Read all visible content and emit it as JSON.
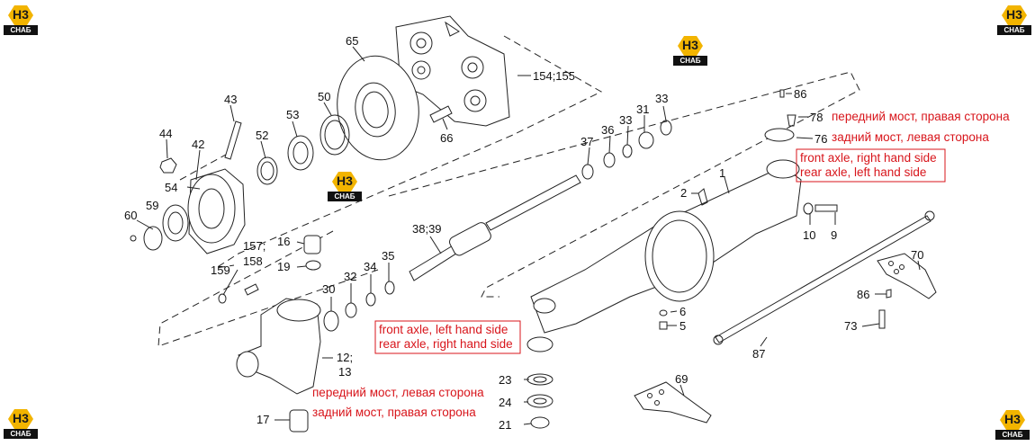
{
  "brand": {
    "logo_top": "Н3",
    "logo_bottom": "СНАБ"
  },
  "colors": {
    "annotation": "#d8151b",
    "logo_yellow": "#f2b400",
    "line": "#222222"
  },
  "part_labels": {
    "p65": "65",
    "p154": "154;155",
    "p43": "43",
    "p50": "50",
    "p53": "53",
    "p52": "52",
    "p66": "66",
    "p44": "44",
    "p42": "42",
    "p54": "54",
    "p60": "60",
    "p59": "59",
    "p157": "157;",
    "p158": "158",
    "p16": "16",
    "p19": "19",
    "p159": "159",
    "p30": "30",
    "p32": "32",
    "p34": "34",
    "p35": "35",
    "p3839": "38;39",
    "p37": "37",
    "p36": "36",
    "p33a": "33",
    "p31": "31",
    "p33b": "33",
    "p86a": "86",
    "p78": "78",
    "p76": "76",
    "p1": "1",
    "p2": "2",
    "p10": "10",
    "p9": "9",
    "p70": "70",
    "p86b": "86",
    "p73": "73",
    "p6": "6",
    "p5": "5",
    "p87": "87",
    "p69": "69",
    "p23": "23",
    "p24": "24",
    "p21": "21",
    "p12": "12;",
    "p13": "13",
    "p17": "17"
  },
  "annotations": {
    "right_ru_front": "передний мост, правая сторона",
    "right_ru_rear": "задний мост, левая сторона",
    "right_en_front": "front axle, right hand side",
    "right_en_rear": "rear axle, left hand side",
    "left_en_front": "front axle, left hand side",
    "left_en_rear": "rear axle, right hand side",
    "left_ru_front": "передний мост, левая сторона",
    "left_ru_rear": "задний мост, правая сторона"
  }
}
